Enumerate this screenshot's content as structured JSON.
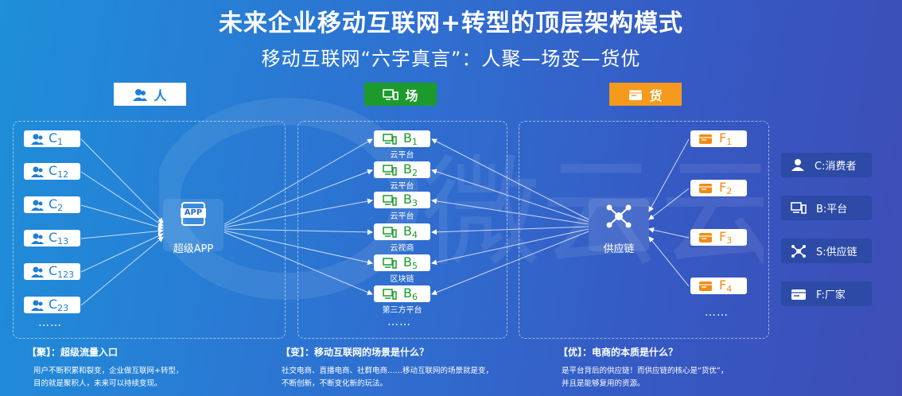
{
  "header": {
    "title": "未来企业移动互联网+转型的顶层架构模式",
    "subtitle": "移动互联网“六字真言”：人聚—场变—货优"
  },
  "columns": {
    "people": {
      "label": "人",
      "color": "#ffffff"
    },
    "scene": {
      "label": "场",
      "color": "#1c9a2c"
    },
    "goods": {
      "label": "货",
      "color": "#f59a1c"
    }
  },
  "consumers": [
    {
      "letter": "C",
      "sub": "1"
    },
    {
      "letter": "C",
      "sub": "12"
    },
    {
      "letter": "C",
      "sub": "2"
    },
    {
      "letter": "C",
      "sub": "13"
    },
    {
      "letter": "C",
      "sub": "123"
    },
    {
      "letter": "C",
      "sub": "23"
    }
  ],
  "platforms": [
    {
      "letter": "B",
      "sub": "1",
      "caption": "云平台"
    },
    {
      "letter": "B",
      "sub": "2",
      "caption": "云平台"
    },
    {
      "letter": "B",
      "sub": "3",
      "caption": "云平台"
    },
    {
      "letter": "B",
      "sub": "4",
      "caption": "云视商"
    },
    {
      "letter": "B",
      "sub": "5",
      "caption": "区块链"
    },
    {
      "letter": "B",
      "sub": "6",
      "caption": "第三方平台"
    }
  ],
  "factories": [
    {
      "letter": "F",
      "sub": "1"
    },
    {
      "letter": "F",
      "sub": "2"
    },
    {
      "letter": "F",
      "sub": "3"
    },
    {
      "letter": "F",
      "sub": "4"
    }
  ],
  "ellipsis": "……",
  "app_hub": {
    "badge": "APP",
    "label": "超级APP"
  },
  "supply_hub": {
    "label": "供应链"
  },
  "watermark": "微云云",
  "legend": [
    {
      "icon": "person-icon",
      "text": "C:消费者"
    },
    {
      "icon": "monitor-icon",
      "text": "B:平台"
    },
    {
      "icon": "network-icon",
      "text": "S:供应链"
    },
    {
      "icon": "box-icon",
      "text": "F:厂家"
    }
  ],
  "notes": [
    {
      "heading": "【聚】：超级流量入口",
      "lines": [
        "用户不断积累和裂变，企业做互联网+转型，",
        "目的就是聚积人，未来可以持续变现。"
      ]
    },
    {
      "heading": "【变】：移动互联网的场景是什么？",
      "lines": [
        "社交电商、直播电商、社群电商……移动互联网的场景就是变，",
        "不断创新，不断变化新的玩法。"
      ]
    },
    {
      "heading": "【优】：电商的本质是什么？",
      "lines": [
        "是平台背后的供应链！而供应链的核心是“货优”，",
        "并且是能够复用的资源。"
      ]
    }
  ]
}
